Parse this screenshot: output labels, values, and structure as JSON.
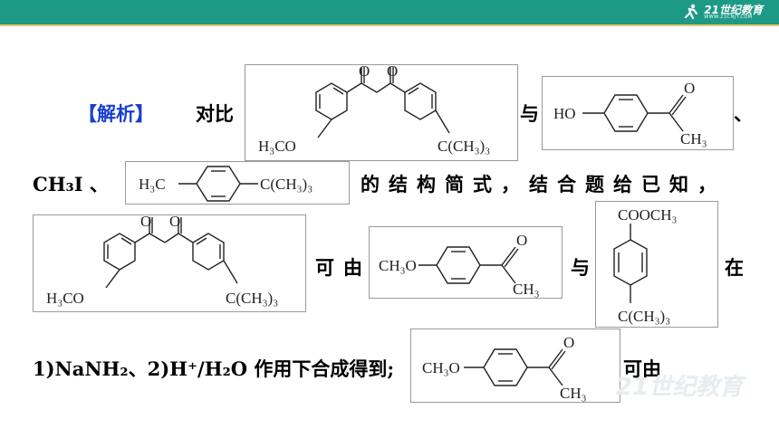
{
  "header": {
    "logo_text": "21世纪教育",
    "logo_sub": "WWW.21CNJY.COM",
    "brand_color": "#1d9a86",
    "accent_color": "#e9c46a"
  },
  "paragraph": {
    "label": "【解析】",
    "l1_intro": "对比",
    "l1_and": "与",
    "l1_sep": "、",
    "l2_ch3i": "CH₃I 、",
    "l2_rest": "的结构简式，结合题给已知，",
    "l3_from": "可由",
    "l3_and": "与",
    "l3_at": "在",
    "l4_cond": "1)NaNH₂、2)H⁺/H₂O 作用下合成得到;",
    "l4_from": "可由"
  },
  "structures": {
    "diketone": {
      "sub_left": "H₃CO",
      "sub_right": "C(CH₃)₃",
      "o1": "O",
      "o2": "O"
    },
    "hydroxyacetophenone": {
      "left": "HO",
      "o": "O",
      "ch3": "CH₃"
    },
    "tbutyltoluene": {
      "left": "H₃C",
      "right": "C(CH₃)₃"
    },
    "methoxyacetophenone": {
      "left": "CH₃O",
      "o": "O",
      "ch3": "CH₃"
    },
    "ester": {
      "top": "COOCH₃",
      "bottom": "C(CH₃)₃"
    }
  },
  "watermark": "21世纪教育"
}
